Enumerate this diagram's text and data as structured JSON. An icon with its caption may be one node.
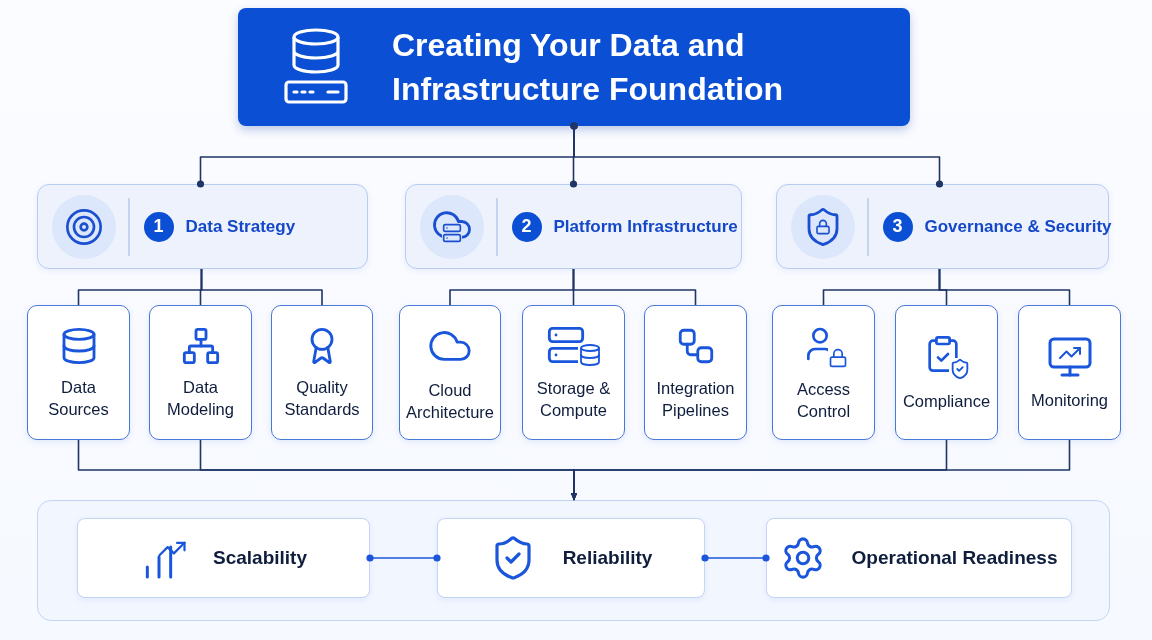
{
  "diagram": {
    "nodes": [
      {
        "text": [
          "Creating Your Data and Infrastructure Foundation"
        ]
      },
      {
        "text": [
          "1",
          "Data Strategy"
        ]
      },
      {
        "text": [
          "2",
          "Platform Infrastructure"
        ]
      },
      {
        "text": [
          "3",
          "Governance & Security"
        ]
      },
      {
        "text": [
          "Data Sources"
        ]
      },
      {
        "text": [
          "Data Modeling"
        ]
      },
      {
        "text": [
          "Quality Standards"
        ]
      },
      {
        "text": [
          "Cloud Architecture"
        ]
      },
      {
        "text": [
          "Storage & Compute"
        ]
      },
      {
        "text": [
          "Integration Pipelines"
        ]
      },
      {
        "text": [
          "Access Control"
        ]
      },
      {
        "text": [
          "Compliance"
        ]
      },
      {
        "text": [
          "Monitoring"
        ]
      },
      {
        "text": [],
        "shape": "box"
      },
      {
        "text": [
          "Scalability"
        ],
        "in": 13
      },
      {
        "text": [
          "Reliability"
        ],
        "in": 13
      },
      {
        "text": [
          "Operational Readiness"
        ],
        "in": 13
      }
    ],
    "edges": [
      {
        "from": 0,
        "to": 1,
        "arrow": "other"
      },
      {
        "from": 0,
        "to": 2,
        "arrow": "other"
      },
      {
        "from": 0,
        "to": 3,
        "arrow": "other"
      },
      {
        "from": 1,
        "to": 4,
        "arrow": "none"
      },
      {
        "from": 1,
        "to": 5,
        "arrow": "none"
      },
      {
        "from": 1,
        "to": 6,
        "arrow": "none"
      },
      {
        "from": 2,
        "to": 7,
        "arrow": "none"
      },
      {
        "from": 2,
        "to": 8,
        "arrow": "none"
      },
      {
        "from": 2,
        "to": 9,
        "arrow": "none"
      },
      {
        "from": 3,
        "to": 10,
        "arrow": "none"
      },
      {
        "from": 3,
        "to": 11,
        "arrow": "none"
      },
      {
        "from": 3,
        "to": 12,
        "arrow": "none"
      },
      {
        "from": 4,
        "to": 13,
        "arrow": "to"
      },
      {
        "from": 5,
        "to": 13,
        "arrow": "to"
      },
      {
        "from": 11,
        "to": 13,
        "arrow": "to"
      },
      {
        "from": 12,
        "to": 13,
        "arrow": "to"
      },
      {
        "from": 14,
        "to": 15,
        "arrow": "other",
        "color": "#1a56db"
      },
      {
        "from": 15,
        "to": 16,
        "arrow": "other",
        "color": "#1a56db"
      }
    ]
  }
}
